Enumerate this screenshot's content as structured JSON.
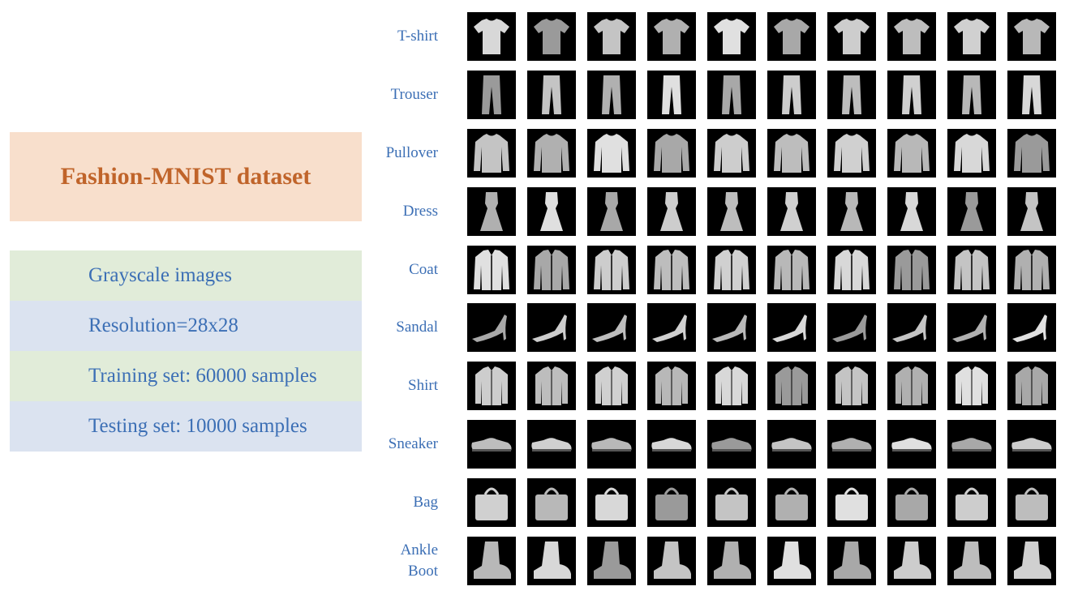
{
  "title": "Fashion-MNIST dataset",
  "info": [
    {
      "text": "Grayscale images",
      "color": "green"
    },
    {
      "text": "Resolution=28x28",
      "color": "blue"
    },
    {
      "text": "Training set: 60000 samples",
      "color": "green"
    },
    {
      "text": "Testing set: 10000 samples",
      "color": "blue"
    }
  ],
  "classes": [
    {
      "label": "T-shirt",
      "icon": "tshirt-icon"
    },
    {
      "label": "Trouser",
      "icon": "trouser-icon"
    },
    {
      "label": "Pullover",
      "icon": "pullover-icon"
    },
    {
      "label": "Dress",
      "icon": "dress-icon"
    },
    {
      "label": "Coat",
      "icon": "coat-icon"
    },
    {
      "label": "Sandal",
      "icon": "sandal-icon"
    },
    {
      "label": "Shirt",
      "icon": "shirt-icon"
    },
    {
      "label": "Sneaker",
      "icon": "sneaker-icon"
    },
    {
      "label": "Bag",
      "icon": "bag-icon"
    },
    {
      "label": "Ankle\nBoot",
      "icon": "ankle-boot-icon"
    }
  ],
  "samples_per_class": 10,
  "colors": {
    "title_bg": "#f8dfcc",
    "title_text": "#c0642a",
    "green_bg": "#e1ecd9",
    "blue_bg": "#dbe3f0",
    "label_text": "#3c6fb5"
  }
}
